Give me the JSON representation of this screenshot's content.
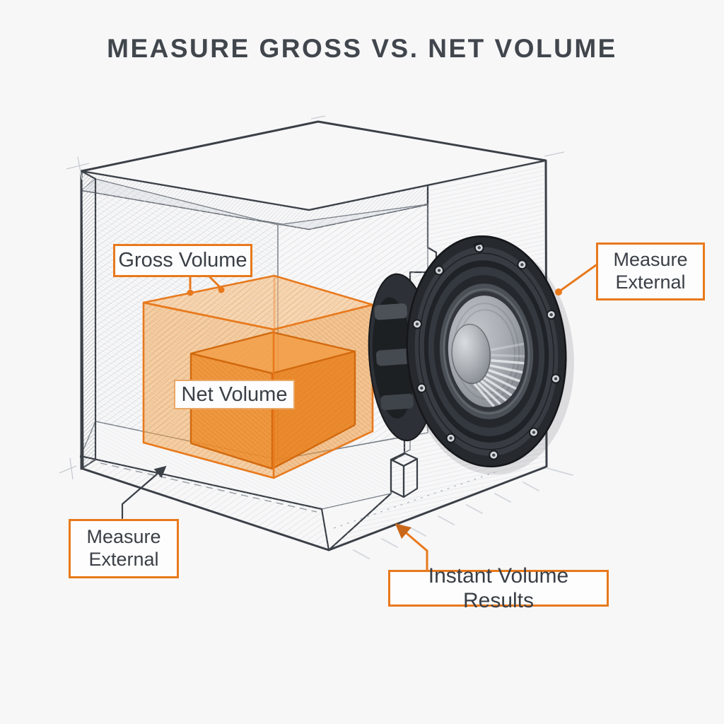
{
  "title": "MEASURE GROSS VS. NET VOLUME",
  "labels": {
    "gross_volume": "Gross Volume",
    "net_volume": "Net Volume",
    "measure_external": "Measure External",
    "instant_volume_results": "Instant Volume Results"
  },
  "colors": {
    "accent_orange": "#E8791C",
    "outline_dark": "#3B4047",
    "text_dark": "#3A3F46",
    "background": "#F7F7F8",
    "label_background": "#FDFDFD",
    "gross_volume_fill": "#F2A24E",
    "net_volume_fill": "#E8872B"
  }
}
